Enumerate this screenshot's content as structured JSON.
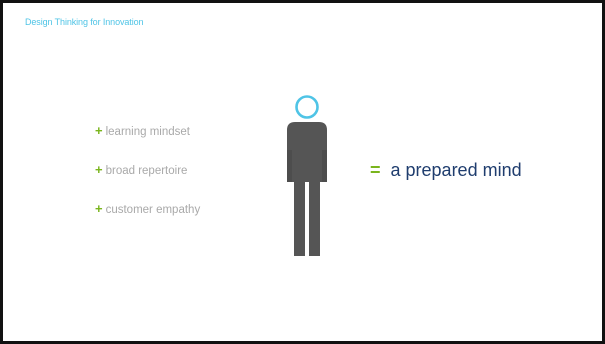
{
  "slide": {
    "title": "Design Thinking for Innovation",
    "bullets": [
      {
        "prefix": "+",
        "label": "learning mindset"
      },
      {
        "prefix": "+",
        "label": "broad repertoire"
      },
      {
        "prefix": "+",
        "label": "customer empathy"
      }
    ],
    "result": {
      "operator": "=",
      "label": "a prepared mind"
    }
  },
  "colors": {
    "title": "#4fc4e6",
    "plus": "#7ab51d",
    "bullet_text": "#a9a9a9",
    "figure_body": "#555555",
    "figure_head_ring": "#4fc4e6",
    "result_text": "#1f3d6e"
  },
  "icons": {
    "figure": "person-icon"
  }
}
